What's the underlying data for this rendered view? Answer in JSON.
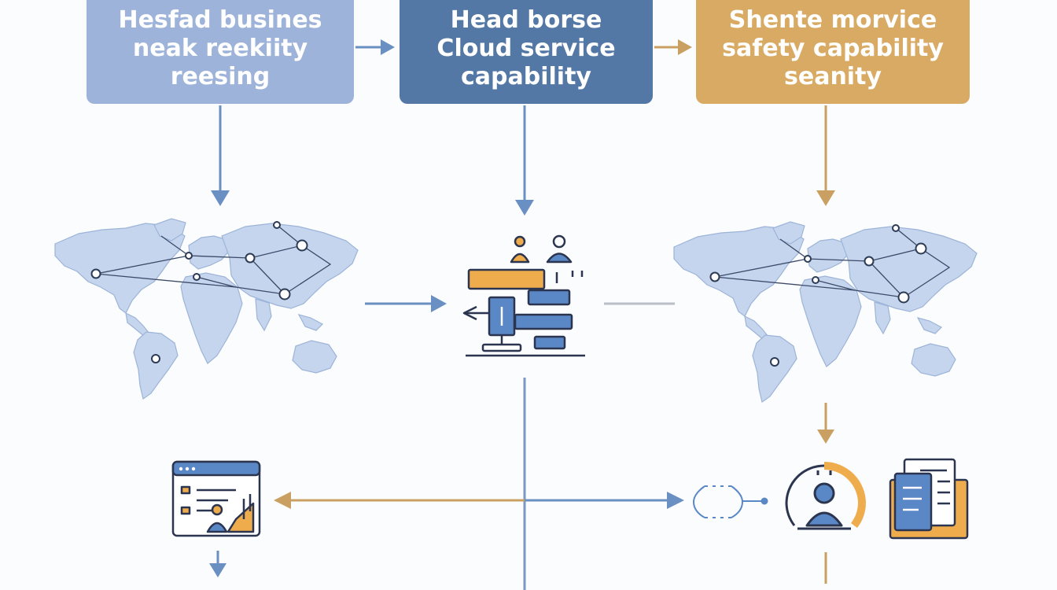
{
  "boxes": {
    "left": {
      "lines": [
        "Hesfad busines",
        "neak reekiity",
        "reesing"
      ],
      "color": "#9db3d9"
    },
    "middle": {
      "lines": [
        "Head borse",
        "Cloud service",
        "capability"
      ],
      "color": "#5478a6"
    },
    "right": {
      "lines": [
        "Shente morvice",
        "safety capability",
        "seanity"
      ],
      "color": "#d8aa63"
    }
  },
  "colors": {
    "blue_arrow": "#6a8fc2",
    "gold_arrow": "#c9a062",
    "map_fill": "#c6d5ee",
    "map_stroke": "#9cb4d8",
    "node": "#2d3b55",
    "icon_orange": "#efac4c",
    "icon_blue": "#5a87c5",
    "icon_outline": "#2c3550",
    "background": "#fbfcfd"
  },
  "icons": [
    "world-map-network-icon",
    "cloud-server-stack-icon",
    "world-map-network-icon",
    "dashboard-window-icon",
    "network-loop-icon",
    "user-gauge-icon",
    "documents-stack-icon"
  ]
}
